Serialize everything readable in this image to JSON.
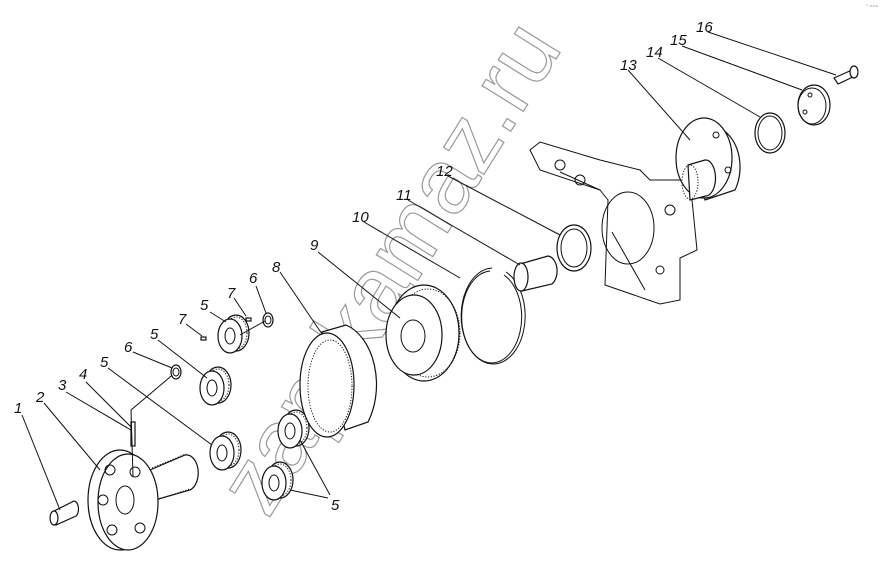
{
  "watermark": "zap-kamaz.ru",
  "corner_mark": "° ===",
  "callouts": [
    {
      "id": "c1",
      "label": "1"
    },
    {
      "id": "c2",
      "label": "2"
    },
    {
      "id": "c3",
      "label": "3"
    },
    {
      "id": "c4",
      "label": "4"
    },
    {
      "id": "c5a",
      "label": "5"
    },
    {
      "id": "c5b",
      "label": "5"
    },
    {
      "id": "c5c",
      "label": "5"
    },
    {
      "id": "c5d",
      "label": "5"
    },
    {
      "id": "c6a",
      "label": "6"
    },
    {
      "id": "c6b",
      "label": "6"
    },
    {
      "id": "c7a",
      "label": "7"
    },
    {
      "id": "c7b",
      "label": "7"
    },
    {
      "id": "c8",
      "label": "8"
    },
    {
      "id": "c9",
      "label": "9"
    },
    {
      "id": "c10",
      "label": "10"
    },
    {
      "id": "c11",
      "label": "11"
    },
    {
      "id": "c12",
      "label": "12"
    },
    {
      "id": "c13",
      "label": "13"
    },
    {
      "id": "c14",
      "label": "14"
    },
    {
      "id": "c15",
      "label": "15"
    },
    {
      "id": "c16",
      "label": "16"
    }
  ]
}
